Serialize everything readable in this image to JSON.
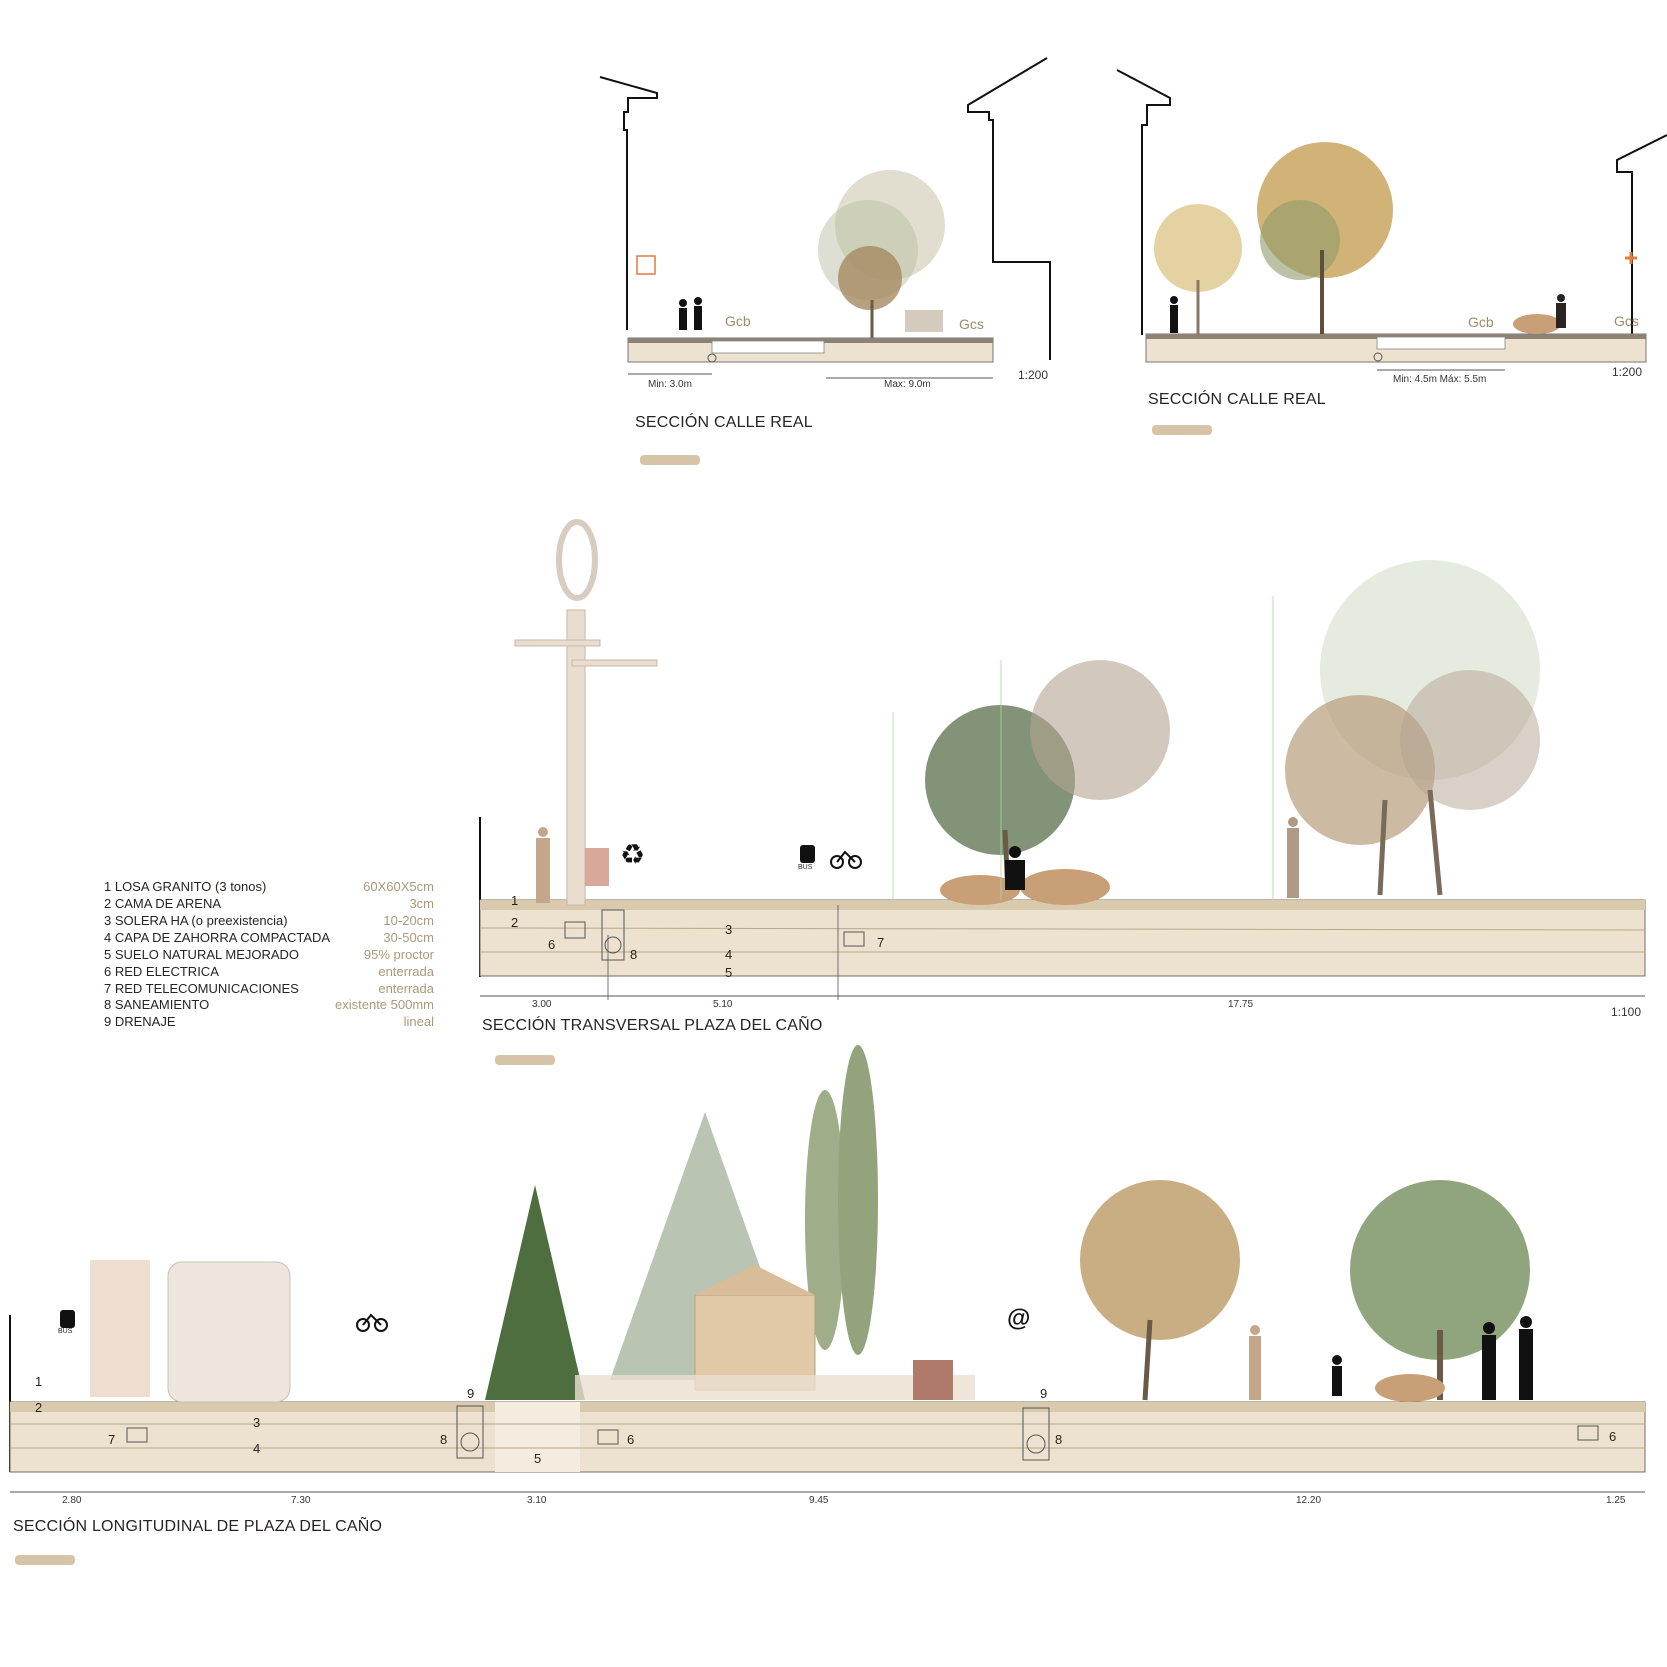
{
  "sections": {
    "calle_real_1": {
      "title": "SECCIÓN CALLE REAL",
      "scale": "1:200",
      "dim_min": "Min: 3.0m",
      "dim_max": "Max: 9.0m",
      "gcb": "Gcb",
      "gcs": "Gcs"
    },
    "calle_real_2": {
      "title": "SECCIÓN CALLE REAL",
      "scale": "1:200",
      "dim_range": "Min: 4.5m Máx: 5.5m",
      "gcb": "Gcb",
      "gcs": "Gcs"
    },
    "transversal": {
      "title": "SECCIÓN TRANSVERSAL PLAZA DEL CAÑO",
      "scale": "1:100",
      "dims": [
        "3.00",
        "5.10",
        "17.75"
      ],
      "bus": "BUS"
    },
    "longitudinal": {
      "title": "SECCIÓN LONGITUDINAL DE PLAZA DEL CAÑO",
      "dims": [
        "2.80",
        "7.30",
        "3.10",
        "9.45",
        "12.20",
        "1.25"
      ],
      "bus": "BUS"
    }
  },
  "legend": [
    {
      "label": "1 LOSA GRANITO  (3 tonos)",
      "value": "60X60X5cm"
    },
    {
      "label": "2 CAMA DE ARENA",
      "value": "3cm"
    },
    {
      "label": "3 SOLERA HA (o preexistencia)",
      "value": "10-20cm"
    },
    {
      "label": "4 CAPA DE ZAHORRA COMPACTADA",
      "value": "30-50cm"
    },
    {
      "label": "5 SUELO NATURAL MEJORADO",
      "value": "95% proctor"
    },
    {
      "label": "6 RED ELECTRICA",
      "value": "enterrada"
    },
    {
      "label": "7 RED TELECOMUNICACIONES",
      "value": "enterrada"
    },
    {
      "label": "8 SANEAMIENTO",
      "value": "existente 500mm"
    },
    {
      "label": "9 DRENAJE",
      "value": "lineal"
    }
  ],
  "layer_numbers": [
    "1",
    "2",
    "3",
    "4",
    "5",
    "6",
    "7",
    "8",
    "9"
  ],
  "icons": {
    "recycle": "♻",
    "at": "@",
    "bike": "bicycle-icon",
    "bus": "bus-icon"
  },
  "colors": {
    "ground": "#ece2cf",
    "ground_dark": "#d9c9ad",
    "accent": "#b0987a",
    "tree_green": "#7d9566",
    "tree_autumn": "#b8935a",
    "rock": "#c99f78",
    "stone": "#d8c3a5"
  }
}
